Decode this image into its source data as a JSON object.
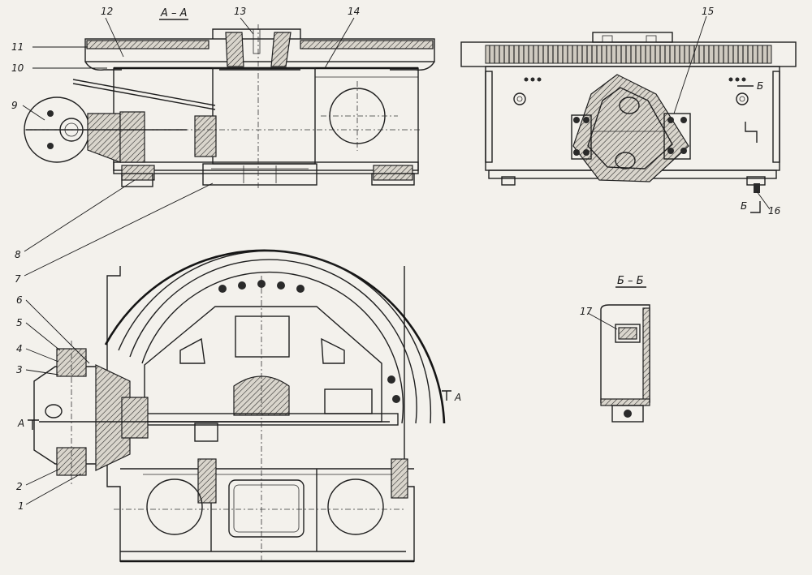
{
  "section_titles": {
    "aa": "А – А",
    "bb": "Б – Б"
  },
  "section_marks": {
    "a_left": "А",
    "a_right": "А",
    "b_top": "Б",
    "b_bottom": "Б"
  },
  "callouts": [
    "1",
    "2",
    "3",
    "4",
    "5",
    "6",
    "7",
    "8",
    "9",
    "10",
    "11",
    "12",
    "13",
    "14",
    "15",
    "16",
    "17"
  ]
}
